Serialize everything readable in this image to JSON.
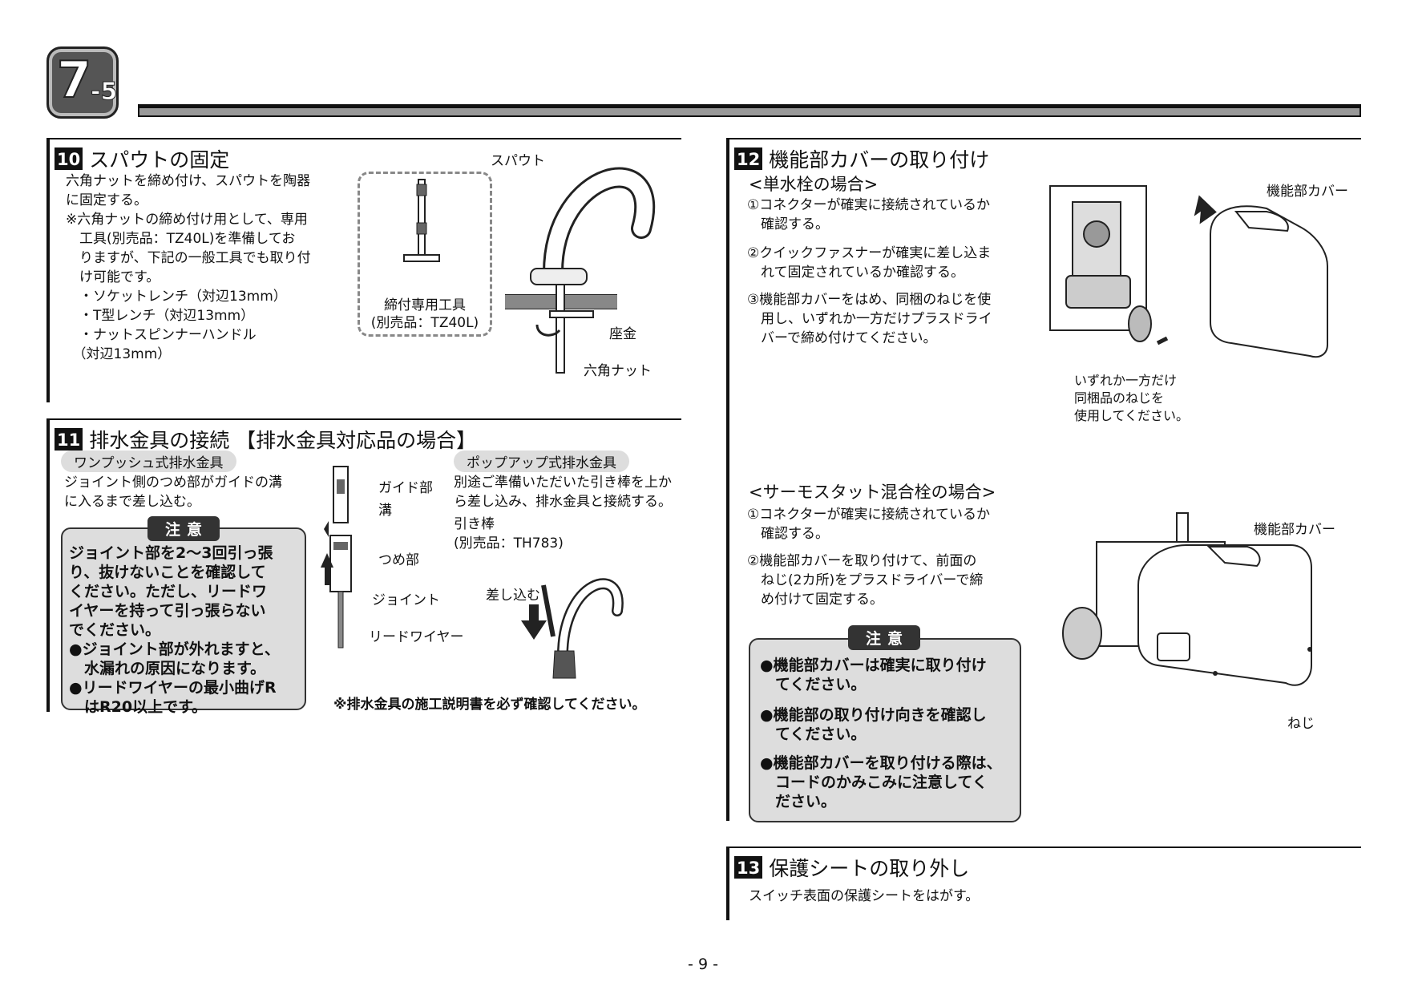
{
  "chapter": {
    "main": "7",
    "sub": "-5"
  },
  "page_number": "- 9 -",
  "s10": {
    "num": "10",
    "title": "スパウトの固定",
    "body": "六角ナットを締め付け、スパウトを陶器\nに固定する。\n※六角ナットの締め付け用として、専用\n　工具(別売品：TZ40L)を準備してお\n　りますが、下記の一般工具でも取り付\n　け可能です。\n　・ソケットレンチ（対辺13mm）\n　・T型レンチ（対辺13mm）\n　・ナットスピンナーハンドル\n　（対辺13mm）",
    "tool_label": "締付専用工具\n(別売品：TZ40L)",
    "label_spout": "スパウト",
    "label_washer": "座金",
    "label_nut": "六角ナット"
  },
  "s11": {
    "num": "11",
    "title": "排水金具の接続 【排水金具対応品の場合】",
    "one_push": {
      "label": "ワンプッシュ式排水金具",
      "body": "ジョイント側のつめ部がガイドの溝\nに入るまで差し込む。"
    },
    "caution": {
      "label": "注意",
      "text": "ジョイント部を2～3回引っ張\nり、抜けないことを確認して\nください。ただし、リードワ\nイヤーを持って引っ張らない\nでください。\n●ジョイント部が外れますと、\n　水漏れの原因になります。\n●リードワイヤーの最小曲げR\n　はR20以上です。"
    },
    "labels": {
      "guide": "ガイド部",
      "groove": "溝",
      "claw": "つめ部",
      "joint": "ジョイント",
      "wire": "リードワイヤー"
    },
    "popup": {
      "label": "ポップアップ式排水金具",
      "body": "別途ご準備いただいた引き棒を上か\nら差し込み、排水金具と接続する。",
      "rod": "引き棒\n(別売品：TH783)",
      "insert": "差し込む"
    },
    "note": "※排水金具の施工説明書を必ず確認してください。"
  },
  "s12": {
    "num": "12",
    "title": "機能部カバーの取り付け",
    "single": {
      "heading": "<単水栓の場合>",
      "steps": "①コネクターが確実に接続されているか\n　確認する。",
      "step2": "②クイックファスナーが確実に差し込ま\n　れて固定されているか確認する。",
      "step3": "③機能部カバーをはめ、同梱のねじを使\n　用し、いずれか一方だけプラスドライ\n　バーで締め付けてください。",
      "label_cover": "機能部カバー",
      "label_screw": "いずれか一方だけ\n同梱品のねじを\n使用してください。"
    },
    "thermo": {
      "heading": "<サーモスタット混合栓の場合>",
      "step1": "①コネクターが確実に接続されているか\n　確認する。",
      "step2": "②機能部カバーを取り付けて、前面の\n　ねじ(2カ所)をプラスドライバーで締\n　め付けて固定する。",
      "label_cover": "機能部カバー",
      "label_screw": "ねじ"
    },
    "caution": {
      "label": "注意",
      "text": "●機能部カバーは確実に取り付け\n　てください。",
      "text2": "●機能部の取り付け向きを確認し\n　てください。",
      "text3": "●機能部カバーを取り付ける際は、\n　コードのかみこみに注意してく\n　ださい。"
    }
  },
  "s13": {
    "num": "13",
    "title": "保護シートの取り外し",
    "body": "スイッチ表面の保護シートをはがす。"
  }
}
